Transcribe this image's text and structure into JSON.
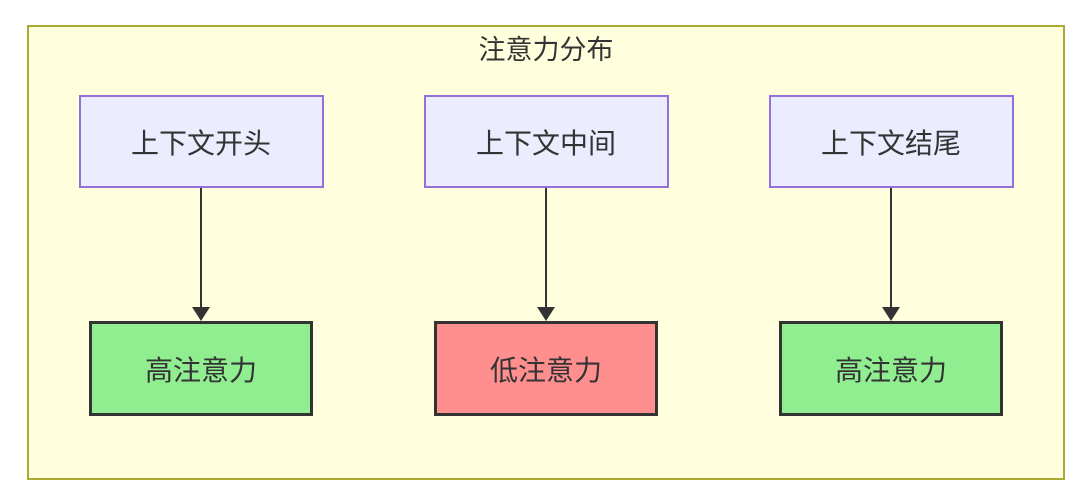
{
  "diagram": {
    "title": "注意力分布",
    "columns": [
      {
        "source": "上下文开头",
        "target": "高注意力",
        "level": "high"
      },
      {
        "source": "上下文中间",
        "target": "低注意力",
        "level": "low"
      },
      {
        "source": "上下文结尾",
        "target": "高注意力",
        "level": "high"
      }
    ],
    "colors": {
      "container_fill": "#ffffde",
      "container_border": "#aaaa33",
      "source_fill": "#ececff",
      "source_border": "#9370db",
      "high_fill": "#90ee90",
      "low_fill": "#ff8f8f",
      "target_border": "#333333",
      "arrow": "#333333",
      "text": "#333333"
    }
  }
}
